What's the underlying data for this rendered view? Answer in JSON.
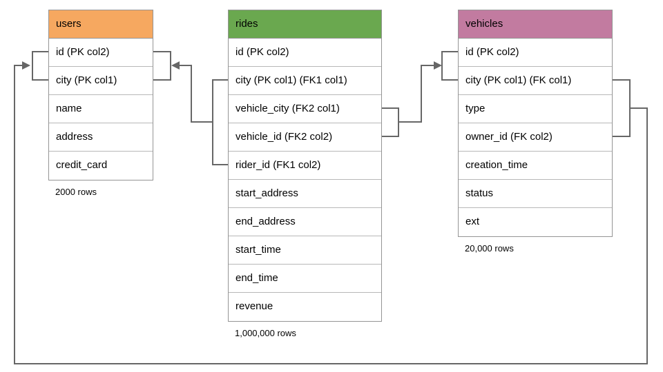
{
  "diagram": {
    "background": "#ffffff"
  },
  "tables": [
    {
      "id": "users",
      "title": "users",
      "header_color": "#f6a860",
      "columns": [
        "id (PK col2)",
        "city (PK col1)",
        "name",
        "address",
        "credit_card"
      ],
      "row_count_label": "2000 rows"
    },
    {
      "id": "rides",
      "title": "rides",
      "header_color": "#6aa84f",
      "columns": [
        "id (PK col2)",
        "city (PK col1) (FK1 col1)",
        "vehicle_city (FK2 col1)",
        "vehicle_id (FK2 col2)",
        "rider_id (FK1 col2)",
        "start_address",
        "end_address",
        "start_time",
        "end_time",
        "revenue"
      ],
      "row_count_label": "1,000,000 rows"
    },
    {
      "id": "vehicles",
      "title": "vehicles",
      "header_color": "#c27ba0",
      "columns": [
        "id (PK col2)",
        "city (PK col1) (FK col1)",
        "type",
        "owner_id (FK col2)",
        "creation_time",
        "status",
        "ext"
      ],
      "row_count_label": "20,000 rows"
    }
  ],
  "connections": [
    {
      "name": "rides-fk1-to-users",
      "from": "rides: city, rider_id (FK1)",
      "to": "users: id, city (PK)"
    },
    {
      "name": "rides-fk2-to-vehicles",
      "from": "rides: vehicle_city, vehicle_id (FK2)",
      "to": "vehicles: id, city (PK)"
    },
    {
      "name": "vehicles-fk-to-users",
      "from": "vehicles: city, owner_id (FK)",
      "to": "users: id, city (PK)"
    }
  ],
  "colors": {
    "connector": "#666666",
    "table_border": "#949494",
    "row_border": "#b7b7b7",
    "text": "#000000"
  }
}
